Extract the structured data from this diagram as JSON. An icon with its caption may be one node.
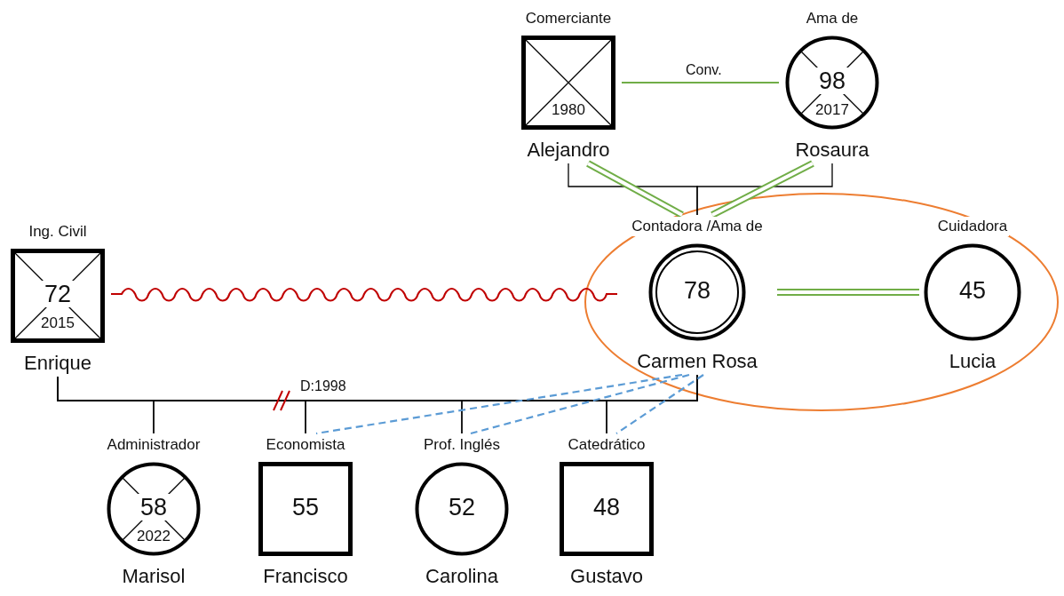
{
  "diagram": {
    "nodes": [
      {
        "text": [
          "Comerciante",
          "1980",
          "Alejandro"
        ]
      },
      {
        "text": [
          "Ama de",
          "98",
          "2017",
          "Rosaura"
        ]
      },
      {
        "text": [
          "Ing. Civil",
          "72",
          "2015",
          "Enrique"
        ]
      },
      {
        "text": [
          "Contadora /Ama de",
          "78",
          "Carmen Rosa"
        ]
      },
      {
        "text": [
          "Cuidadora",
          "45",
          "Lucia"
        ]
      },
      {
        "text": [
          "Administrador",
          "58",
          "2022",
          "Marisol"
        ]
      },
      {
        "text": [
          "Economista",
          "55",
          "Francisco"
        ]
      },
      {
        "text": [
          "Prof. Inglés",
          "52",
          "Carolina"
        ]
      },
      {
        "text": [
          "Catedrático",
          "48",
          "Gustavo"
        ]
      }
    ],
    "edges": [
      {
        "from": 0,
        "to": 1,
        "arrow": "none",
        "label": "Conv.",
        "color": "#70ad47"
      },
      {
        "from": 0,
        "to": 3,
        "arrow": "none"
      },
      {
        "from": 1,
        "to": 3,
        "arrow": "none"
      },
      {
        "from": 0,
        "to": 3,
        "arrow": "none",
        "style": "thick",
        "color": "#70ad47"
      },
      {
        "from": 1,
        "to": 3,
        "arrow": "none",
        "style": "thick",
        "color": "#70ad47"
      },
      {
        "from": 2,
        "to": 3,
        "arrow": "none",
        "color": "#c00000"
      },
      {
        "from": 3,
        "to": 4,
        "arrow": "none",
        "style": "thick",
        "color": "#70ad47"
      },
      {
        "from": 2,
        "to": 3,
        "arrow": "none",
        "label": "D:1998"
      },
      {
        "from": 2,
        "to": 5,
        "arrow": "none"
      },
      {
        "from": 3,
        "to": 5,
        "arrow": "none"
      },
      {
        "from": 2,
        "to": 6,
        "arrow": "none"
      },
      {
        "from": 3,
        "to": 6,
        "arrow": "none"
      },
      {
        "from": 2,
        "to": 7,
        "arrow": "none"
      },
      {
        "from": 3,
        "to": 7,
        "arrow": "none"
      },
      {
        "from": 2,
        "to": 8,
        "arrow": "none"
      },
      {
        "from": 3,
        "to": 8,
        "arrow": "none"
      },
      {
        "from": 3,
        "to": 6,
        "arrow": "none",
        "style": "dashed",
        "color": "#5b9bd5"
      },
      {
        "from": 3,
        "to": 7,
        "arrow": "none",
        "style": "dashed",
        "color": "#5b9bd5"
      },
      {
        "from": 3,
        "to": 8,
        "arrow": "none",
        "style": "dashed",
        "color": "#5b9bd5"
      }
    ]
  }
}
